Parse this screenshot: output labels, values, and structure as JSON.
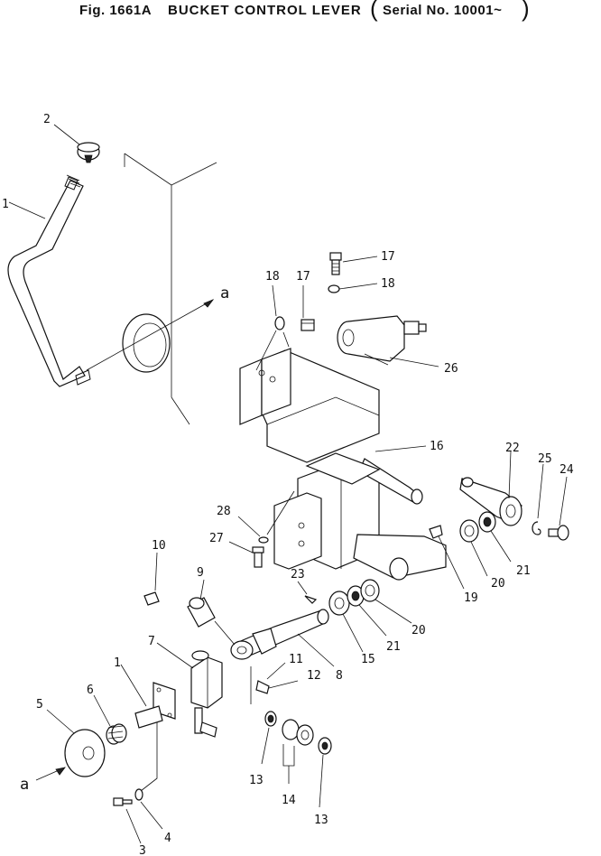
{
  "figure": {
    "fig_label": "Fig. 1661A",
    "title": "BUCKET CONTROL LEVER",
    "serial": "Serial No. 10001~"
  },
  "callouts": {
    "c1a": "1",
    "c2": "2",
    "c1b": "1",
    "c3": "3",
    "c4": "4",
    "c5": "5",
    "c6": "6",
    "c7": "7",
    "c8": "8",
    "c9": "9",
    "c10": "10",
    "c11": "11",
    "c12": "12",
    "c13a": "13",
    "c13b": "13",
    "c14": "14",
    "c15": "15",
    "c16": "16",
    "c17a": "17",
    "c17b": "17",
    "c18a": "18",
    "c18b": "18",
    "c19": "19",
    "c20a": "20",
    "c20b": "20",
    "c21a": "21",
    "c21b": "21",
    "c22": "22",
    "c23": "23",
    "c24": "24",
    "c25": "25",
    "c26": "26",
    "c27": "27",
    "c28": "28"
  },
  "reference_marks": {
    "a_upper": "a",
    "a_lower": "a"
  }
}
